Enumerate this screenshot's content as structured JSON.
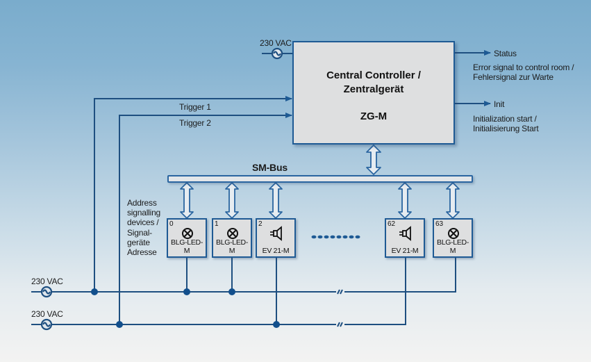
{
  "controller": {
    "title_line1": "Central Controller /",
    "title_line2": "Zentralgerät",
    "model": "ZG-M",
    "power_label": "230 VAC"
  },
  "outputs": {
    "status": {
      "label": "Status",
      "desc_line1": "Error signal to control room /",
      "desc_line2": "Fehlersignal zur Warte"
    },
    "init": {
      "label": "Init",
      "desc_line1": "Initialization start /",
      "desc_line2": "Initialisierung Start"
    }
  },
  "triggers": [
    {
      "label": "Trigger 1"
    },
    {
      "label": "Trigger 2"
    }
  ],
  "bus": {
    "label": "SM-Bus"
  },
  "address_note": [
    "Address",
    "signalling",
    "devices /",
    "Signal-",
    "geräte",
    "Adresse"
  ],
  "devices": [
    {
      "address": "0",
      "name": "BLG-LED-M",
      "icon": "lamp-icon"
    },
    {
      "address": "1",
      "name": "BLG-LED-M",
      "icon": "lamp-icon"
    },
    {
      "address": "2",
      "name": "EV 21-M",
      "icon": "speaker-icon"
    },
    {
      "address": "62",
      "name": "EV 21-M",
      "icon": "speaker-icon"
    },
    {
      "address": "63",
      "name": "BLG-LED-M",
      "icon": "lamp-icon"
    }
  ],
  "supply_lines": [
    {
      "label": "230 VAC"
    },
    {
      "label": "230 VAC"
    }
  ],
  "colors": {
    "line": "#1e4f80",
    "accent": "#1e5a94",
    "box_fill": "#dedfe0"
  }
}
